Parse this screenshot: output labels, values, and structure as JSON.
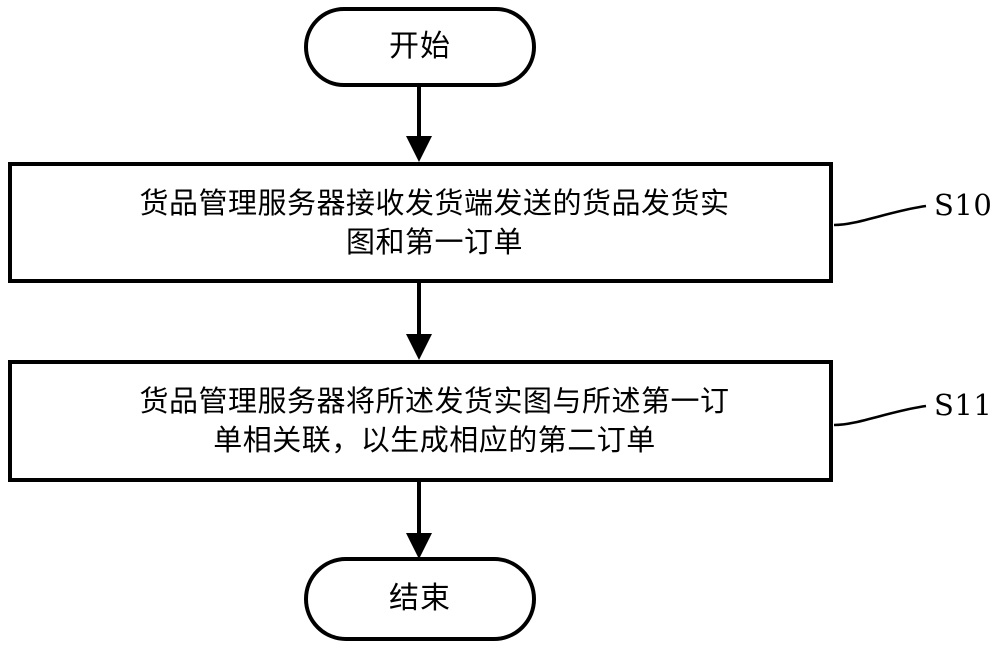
{
  "diagram": {
    "type": "flowchart",
    "orientation": "vertical",
    "background_color": "#ffffff",
    "stroke_color": "#000000",
    "nodes": [
      {
        "id": "start",
        "shape": "stadium",
        "label": "开始",
        "role": "terminal-start"
      },
      {
        "id": "s10",
        "shape": "rectangle",
        "label": "货品管理服务器接收发货端发送的货品发货实\n图和第一订单",
        "role": "process",
        "step_label": "S10"
      },
      {
        "id": "s11",
        "shape": "rectangle",
        "label": "货品管理服务器将所述发货实图与所述第一订\n单相关联，以生成相应的第二订单",
        "role": "process",
        "step_label": "S11"
      },
      {
        "id": "end",
        "shape": "stadium",
        "label": "结束",
        "role": "terminal-end"
      }
    ],
    "edges": [
      {
        "from": "start",
        "to": "s10",
        "arrow": "filled-triangle"
      },
      {
        "from": "s10",
        "to": "s11",
        "arrow": "filled-triangle"
      },
      {
        "from": "s11",
        "to": "end",
        "arrow": "filled-triangle"
      }
    ],
    "step_labels": [
      {
        "id": "s10-label",
        "text": "S10",
        "leader": "curve-from-box-right-edge"
      },
      {
        "id": "s11-label",
        "text": "S11",
        "leader": "curve-from-box-right-edge"
      }
    ]
  }
}
